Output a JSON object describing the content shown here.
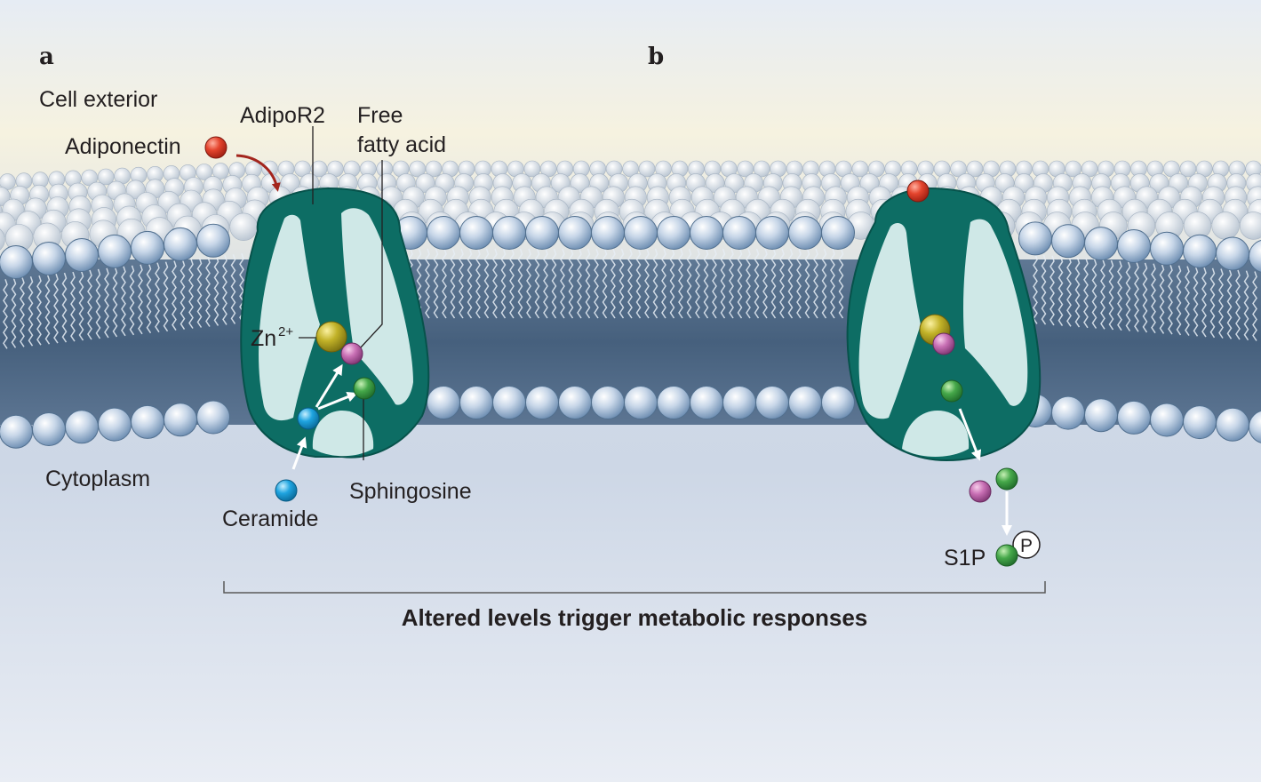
{
  "panels": {
    "a": "a",
    "b": "b"
  },
  "labels": {
    "cell_exterior": "Cell exterior",
    "adiponectin": "Adiponectin",
    "adipor2": "AdipoR2",
    "free_fatty_acid_line1": "Free",
    "free_fatty_acid_line2": "fatty acid",
    "zinc_base": "Zn",
    "zinc_sup": "2+",
    "cytoplasm": "Cytoplasm",
    "ceramide": "Ceramide",
    "sphingosine": "Sphingosine",
    "s1p": "S1P",
    "phosphate": "P"
  },
  "caption": "Altered levels trigger metabolic responses",
  "colors": {
    "receptor": "#0d6d64",
    "receptor_cavity": "#cfe8e7",
    "adiponectin": "#e4442d",
    "zinc": "#c2b228",
    "fatty_acid": "#c86fb4",
    "sphingosine": "#46a84a",
    "ceramide": "#1fa4e0",
    "arrow_red": "#a3251d",
    "lipid_head": "#a9bfd9"
  }
}
